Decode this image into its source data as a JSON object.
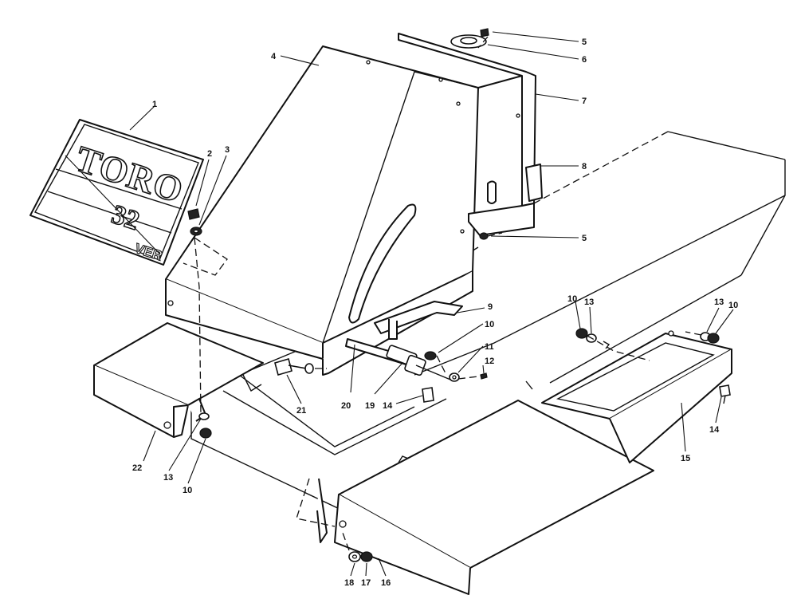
{
  "decal": {
    "brand": "TORO",
    "model_number": "32",
    "model_suffix": "VER"
  },
  "callouts": [
    {
      "id": "c-1",
      "label": "1"
    },
    {
      "id": "c-2",
      "label": "2"
    },
    {
      "id": "c-3",
      "label": "3"
    },
    {
      "id": "c-4",
      "label": "4"
    },
    {
      "id": "c-5a",
      "label": "5"
    },
    {
      "id": "c-6",
      "label": "6"
    },
    {
      "id": "c-7",
      "label": "7"
    },
    {
      "id": "c-8",
      "label": "8"
    },
    {
      "id": "c-5b",
      "label": "5"
    },
    {
      "id": "c-9",
      "label": "9"
    },
    {
      "id": "c-10a",
      "label": "10"
    },
    {
      "id": "c-11",
      "label": "11"
    },
    {
      "id": "c-12",
      "label": "12"
    },
    {
      "id": "c-14a",
      "label": "14"
    },
    {
      "id": "c-19",
      "label": "19"
    },
    {
      "id": "c-20",
      "label": "20"
    },
    {
      "id": "c-21",
      "label": "21"
    },
    {
      "id": "c-22",
      "label": "22"
    },
    {
      "id": "c-13a",
      "label": "13"
    },
    {
      "id": "c-10b",
      "label": "10"
    },
    {
      "id": "c-10c",
      "label": "10"
    },
    {
      "id": "c-13b",
      "label": "13"
    },
    {
      "id": "c-13c",
      "label": "13"
    },
    {
      "id": "c-10d",
      "label": "10"
    },
    {
      "id": "c-14b",
      "label": "14"
    },
    {
      "id": "c-15",
      "label": "15"
    },
    {
      "id": "c-18",
      "label": "18"
    },
    {
      "id": "c-17",
      "label": "17"
    },
    {
      "id": "c-16",
      "label": "16"
    }
  ]
}
